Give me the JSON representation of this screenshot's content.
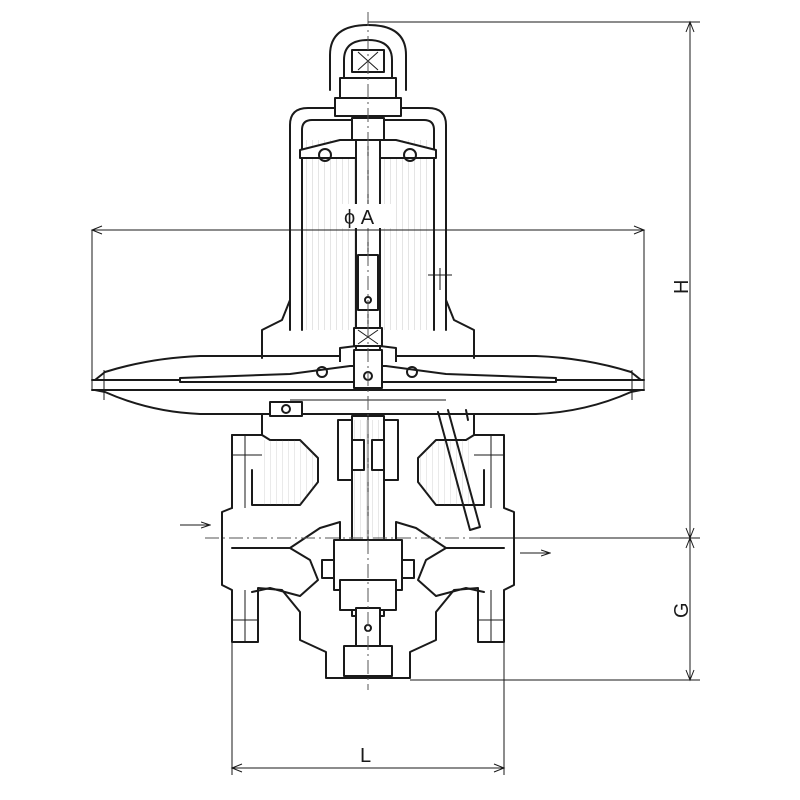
{
  "labels": {
    "diameter_a": "ϕ A",
    "height_h": "H",
    "height_g": "G",
    "length_l": "L"
  },
  "colors": {
    "line": "#1a1a1a",
    "background": "#ffffff"
  }
}
